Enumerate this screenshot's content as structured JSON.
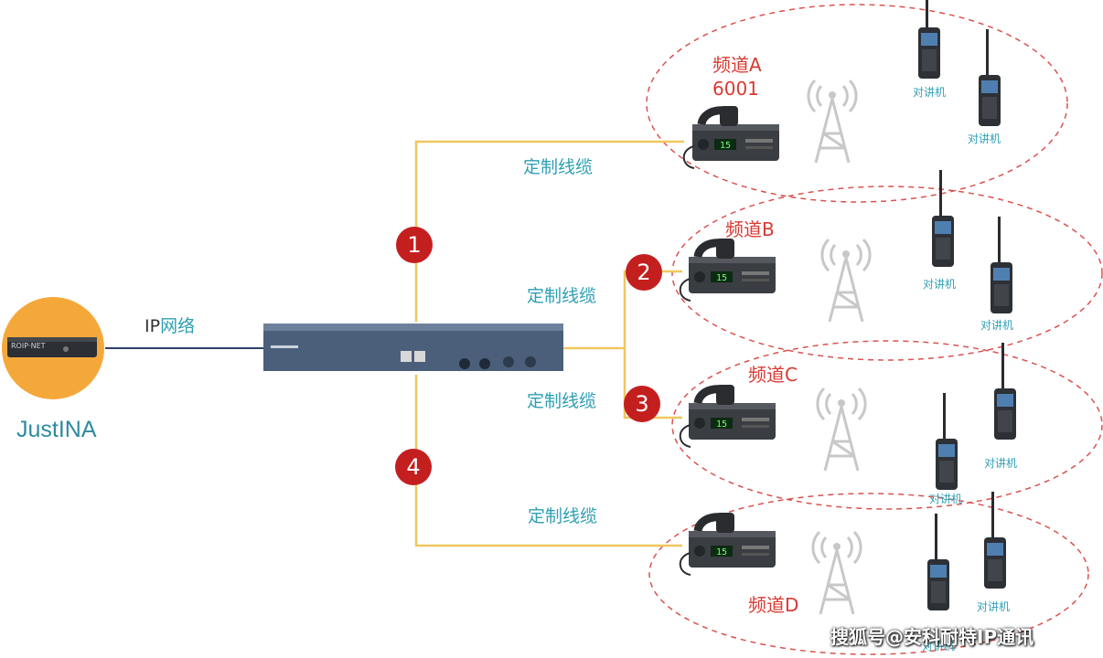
{
  "gateway": {
    "name": "JustINA",
    "logo_text": "ROIP·NET"
  },
  "network": {
    "ip_prefix": "IP",
    "ip_suffix": "网络"
  },
  "cables": [
    "定制线缆",
    "定制线缆",
    "定制线缆",
    "定制线缆"
  ],
  "ports": [
    "1",
    "2",
    "3",
    "4"
  ],
  "channels": [
    {
      "name": "频道A",
      "number": "6001"
    },
    {
      "name": "频道B"
    },
    {
      "name": "频道C"
    },
    {
      "name": "频道D"
    }
  ],
  "walkie_label": "对讲机",
  "radio_display": "15",
  "watermark": "搜狐号@安科耐特IP通讯",
  "colors": {
    "cable": "#f0c75e",
    "ellipse": "#d9534f",
    "badge": "#c41f1f",
    "ip_line": "#2d3f6b",
    "gateway_circle": "#f5a83a",
    "tower": "#cfcfcf"
  }
}
